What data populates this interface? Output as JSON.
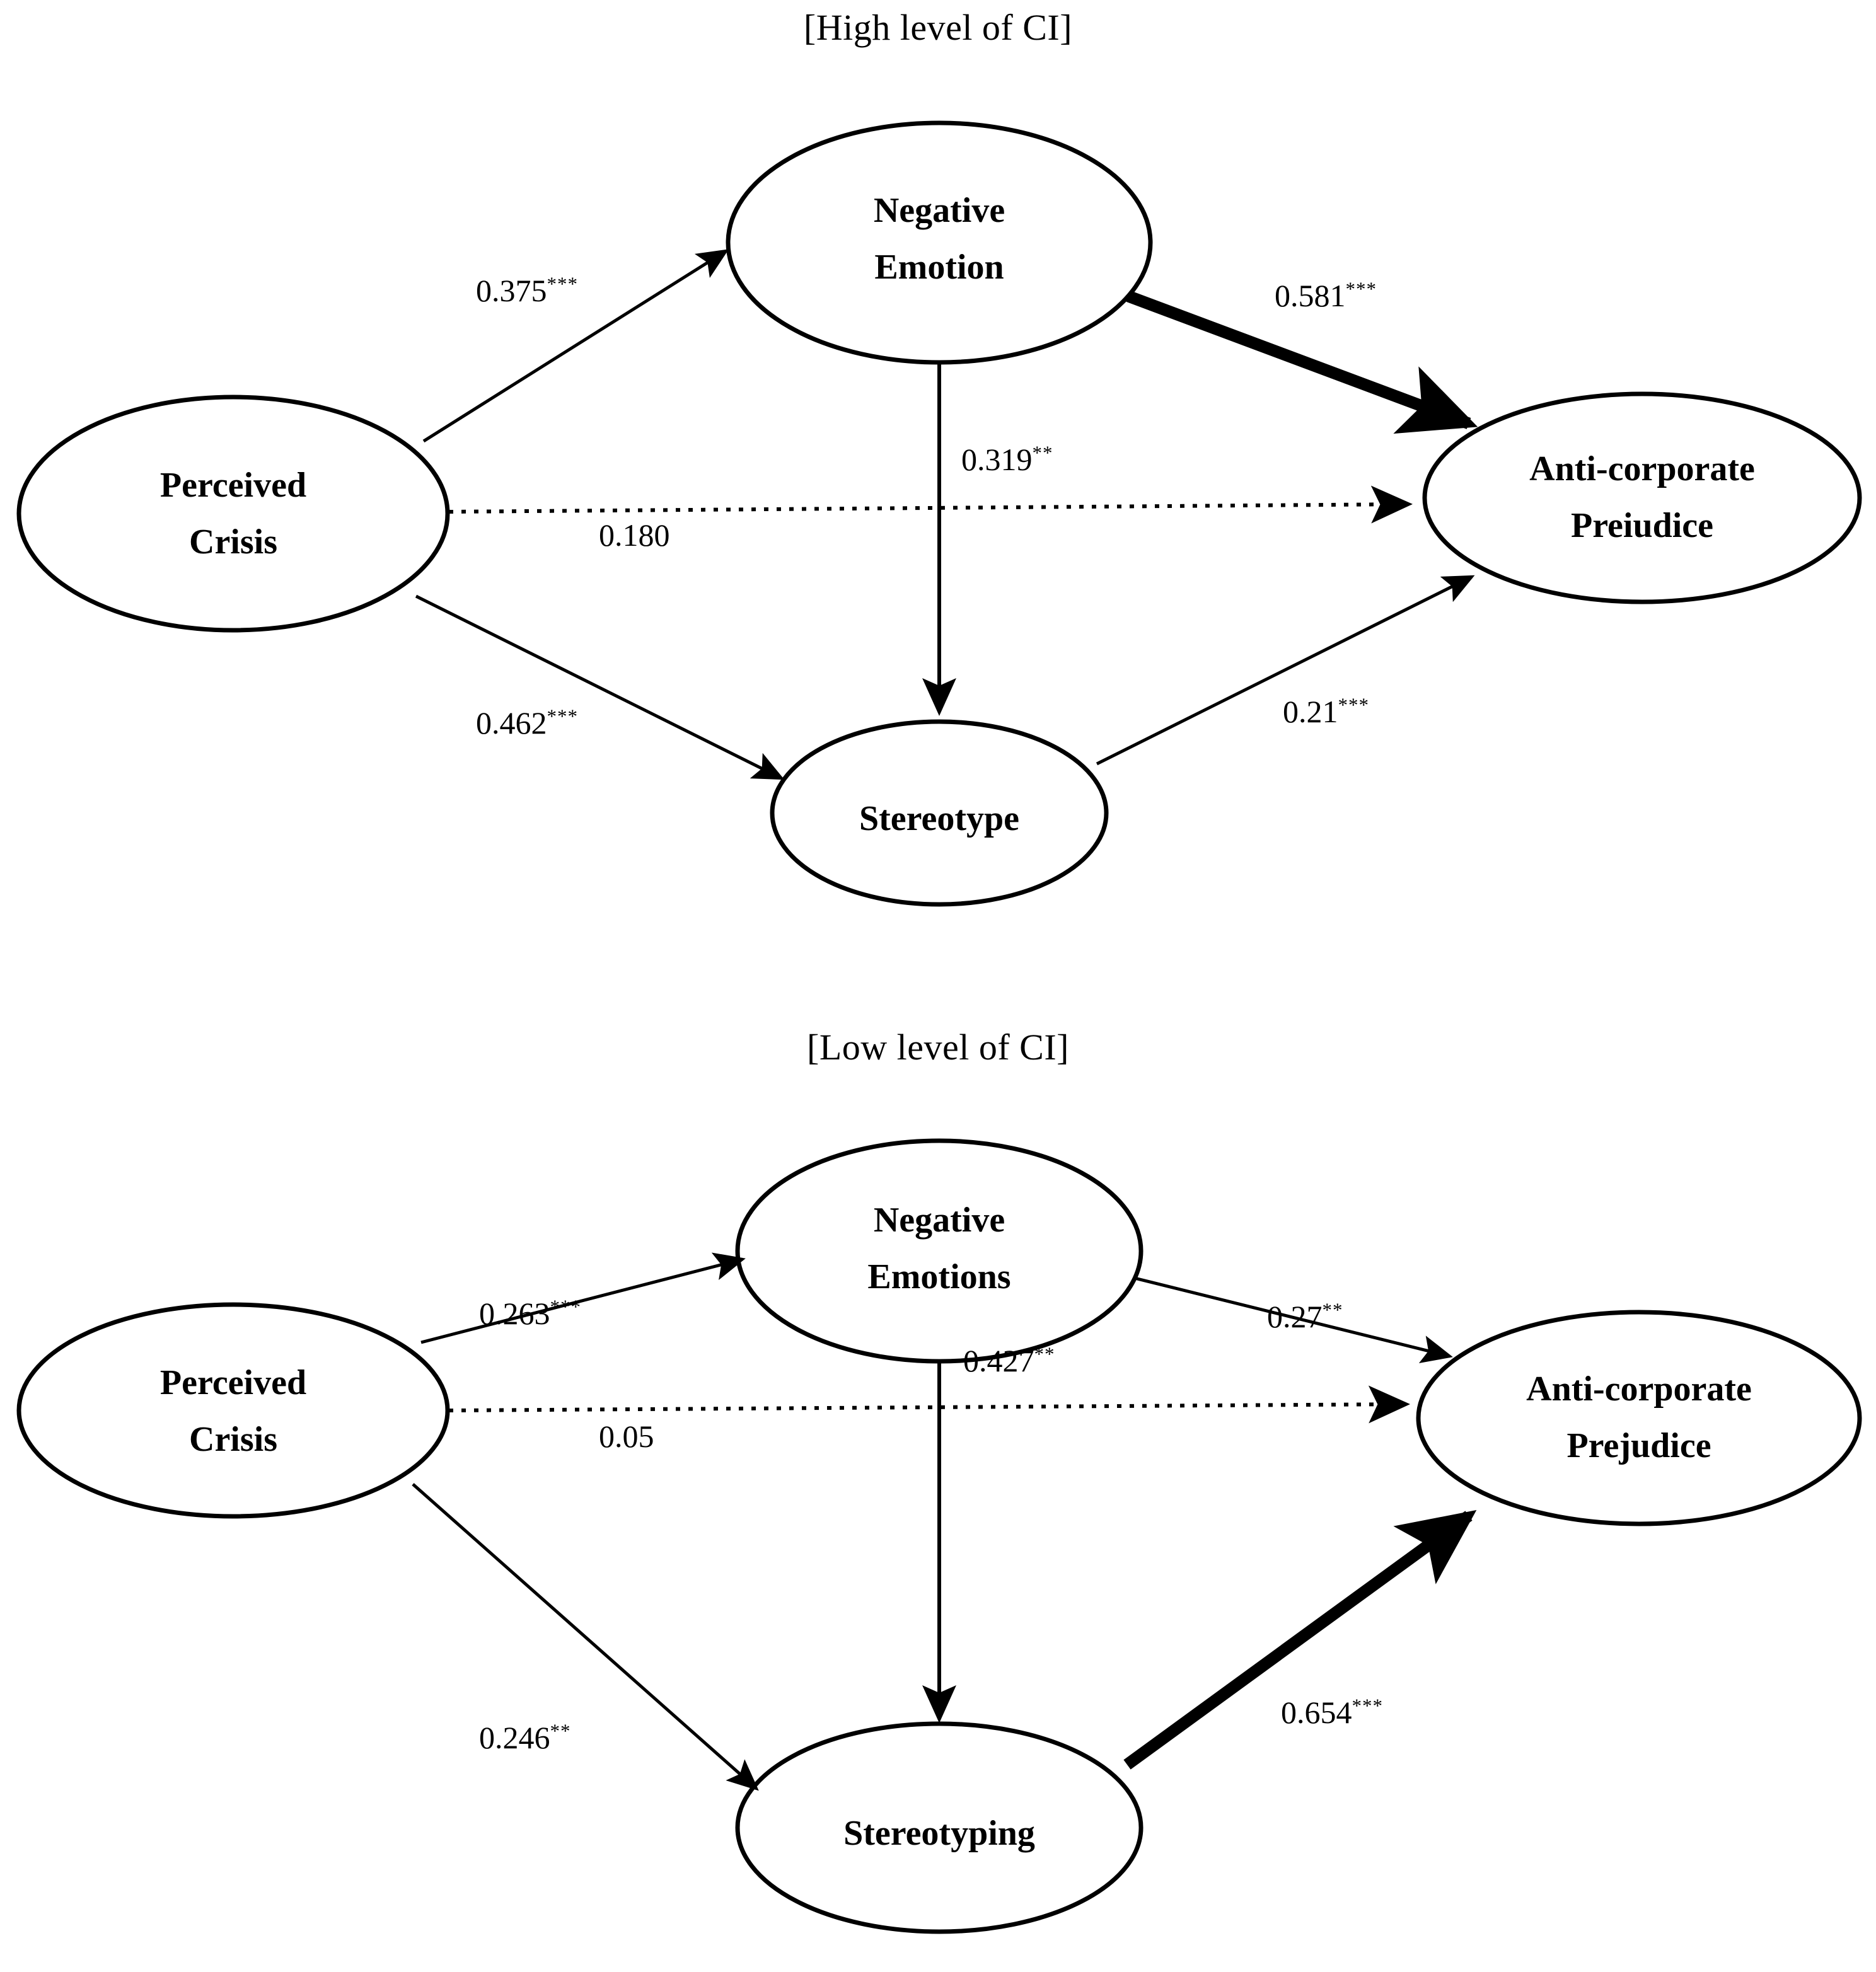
{
  "figure": {
    "type": "path-diagram",
    "description": "Two moderated mediation path diagrams comparing high and low levels of CI"
  },
  "panels": [
    {
      "id": "high",
      "title": "[High level of CI]",
      "nodes": {
        "predictor": {
          "line1": "Perceived",
          "line2": "Crisis"
        },
        "mediator_top": {
          "line1": "Negative",
          "line2": "Emotion"
        },
        "mediator_bottom": {
          "line1": "Stereotype",
          "line2": ""
        },
        "outcome": {
          "line1": "Anti-corporate",
          "line2": "Preiudice"
        }
      },
      "paths": [
        {
          "id": "pc-to-emotion",
          "value": "0.375",
          "stars": "***",
          "style": "solid",
          "weight": "thin"
        },
        {
          "id": "emotion-to-outcome",
          "value": "0.581",
          "stars": "***",
          "style": "solid",
          "weight": "thick"
        },
        {
          "id": "pc-to-outcome",
          "value": "0.180",
          "stars": "",
          "style": "dotted",
          "weight": "thin"
        },
        {
          "id": "emotion-to-stereotype",
          "value": "0.319",
          "stars": "**",
          "style": "solid",
          "weight": "thin"
        },
        {
          "id": "pc-to-stereotype",
          "value": "0.462",
          "stars": "***",
          "style": "solid",
          "weight": "thin"
        },
        {
          "id": "stereotype-to-outcome",
          "value": "0.21",
          "stars": "***",
          "style": "solid",
          "weight": "thin"
        }
      ]
    },
    {
      "id": "low",
      "title": "[Low level of CI]",
      "nodes": {
        "predictor": {
          "line1": "Perceived",
          "line2": "Crisis"
        },
        "mediator_top": {
          "line1": "Negative",
          "line2": "Emotions"
        },
        "mediator_bottom": {
          "line1": "Stereotyping",
          "line2": ""
        },
        "outcome": {
          "line1": "Anti-corporate",
          "line2": "Prejudice"
        }
      },
      "paths": [
        {
          "id": "pc-to-emotion",
          "value": "0.263",
          "stars": "***",
          "style": "solid",
          "weight": "thin"
        },
        {
          "id": "emotion-to-outcome",
          "value": "0.27",
          "stars": "**",
          "style": "solid",
          "weight": "thin"
        },
        {
          "id": "pc-to-outcome",
          "value": "0.05",
          "stars": "",
          "style": "dotted",
          "weight": "thin"
        },
        {
          "id": "emotion-to-stereotype",
          "value": "0.427",
          "stars": "**",
          "style": "solid",
          "weight": "thin"
        },
        {
          "id": "pc-to-stereotype",
          "value": "0.246",
          "stars": "**",
          "style": "solid",
          "weight": "thin"
        },
        {
          "id": "stereotyping-to-outcome",
          "value": "0.654",
          "stars": "***",
          "style": "solid",
          "weight": "thick"
        }
      ]
    }
  ],
  "colors": {
    "stroke": "#000000",
    "background": "#ffffff",
    "text": "#000000"
  }
}
